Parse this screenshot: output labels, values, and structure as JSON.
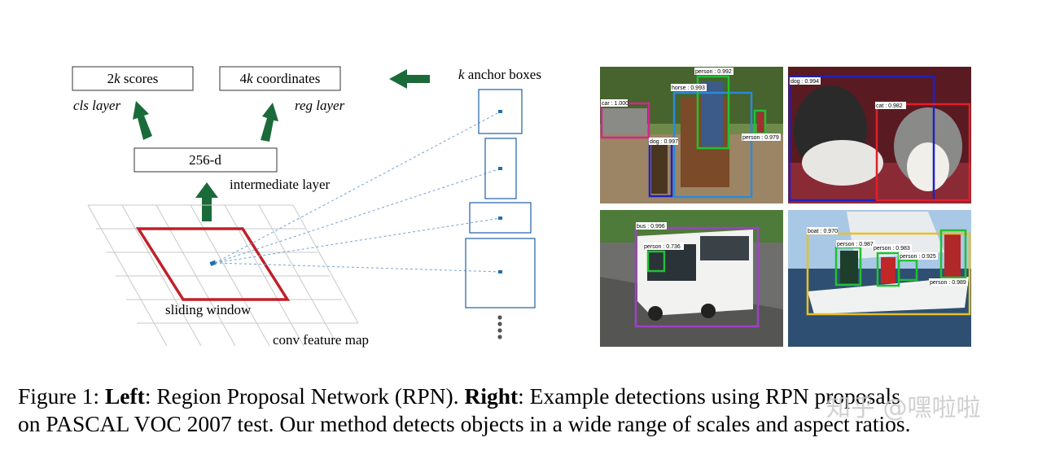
{
  "diagram": {
    "scores_box": "2k scores",
    "coords_box": "4k coordinates",
    "cls_label": "cls layer",
    "reg_label": "reg layer",
    "intermediate_box": "256-d",
    "intermediate_label": "intermediate layer",
    "anchor_label": "k anchor boxes",
    "sliding_window_label": "sliding window",
    "feature_map_label": "conv feature map",
    "arrow_color": "#1b6b3a",
    "window_color": "#c0202a"
  },
  "photos": [
    {
      "detections": [
        {
          "label": "car : 1.000",
          "color": "#d0288a"
        },
        {
          "label": "horse : 0.993",
          "color": "#2b8ad6"
        },
        {
          "label": "person : 0.992",
          "color": "#22c033"
        },
        {
          "label": "dog : 0.997",
          "color": "#2020c0"
        },
        {
          "label": "person : 0.979",
          "color": "#22c033"
        }
      ]
    },
    {
      "detections": [
        {
          "label": "dog : 0.994",
          "color": "#2020c0"
        },
        {
          "label": "cat : 0.982",
          "color": "#e0202a"
        }
      ]
    },
    {
      "detections": [
        {
          "label": "bus : 0.996",
          "color": "#a040c8"
        },
        {
          "label": "person : 0.736",
          "color": "#22c033"
        }
      ]
    },
    {
      "detections": [
        {
          "label": "boat : 0.970",
          "color": "#e8c020"
        },
        {
          "label": "person : 0.987",
          "color": "#22c033"
        },
        {
          "label": "person : 0.983",
          "color": "#22c033"
        },
        {
          "label": "person : 0.925",
          "color": "#22c033"
        },
        {
          "label": "person : 0.989",
          "color": "#22c033"
        }
      ]
    }
  ],
  "caption": {
    "prefix": "Figure 1: ",
    "left_bold": "Left",
    "left_text": ": Region Proposal Network (RPN). ",
    "right_bold": "Right",
    "right_text": ": Example detections using RPN proposals",
    "line2": "on PASCAL VOC 2007 test. Our method detects objects in a wide range of scales and aspect ratios."
  },
  "watermark": "知乎 @嘿啦啦"
}
